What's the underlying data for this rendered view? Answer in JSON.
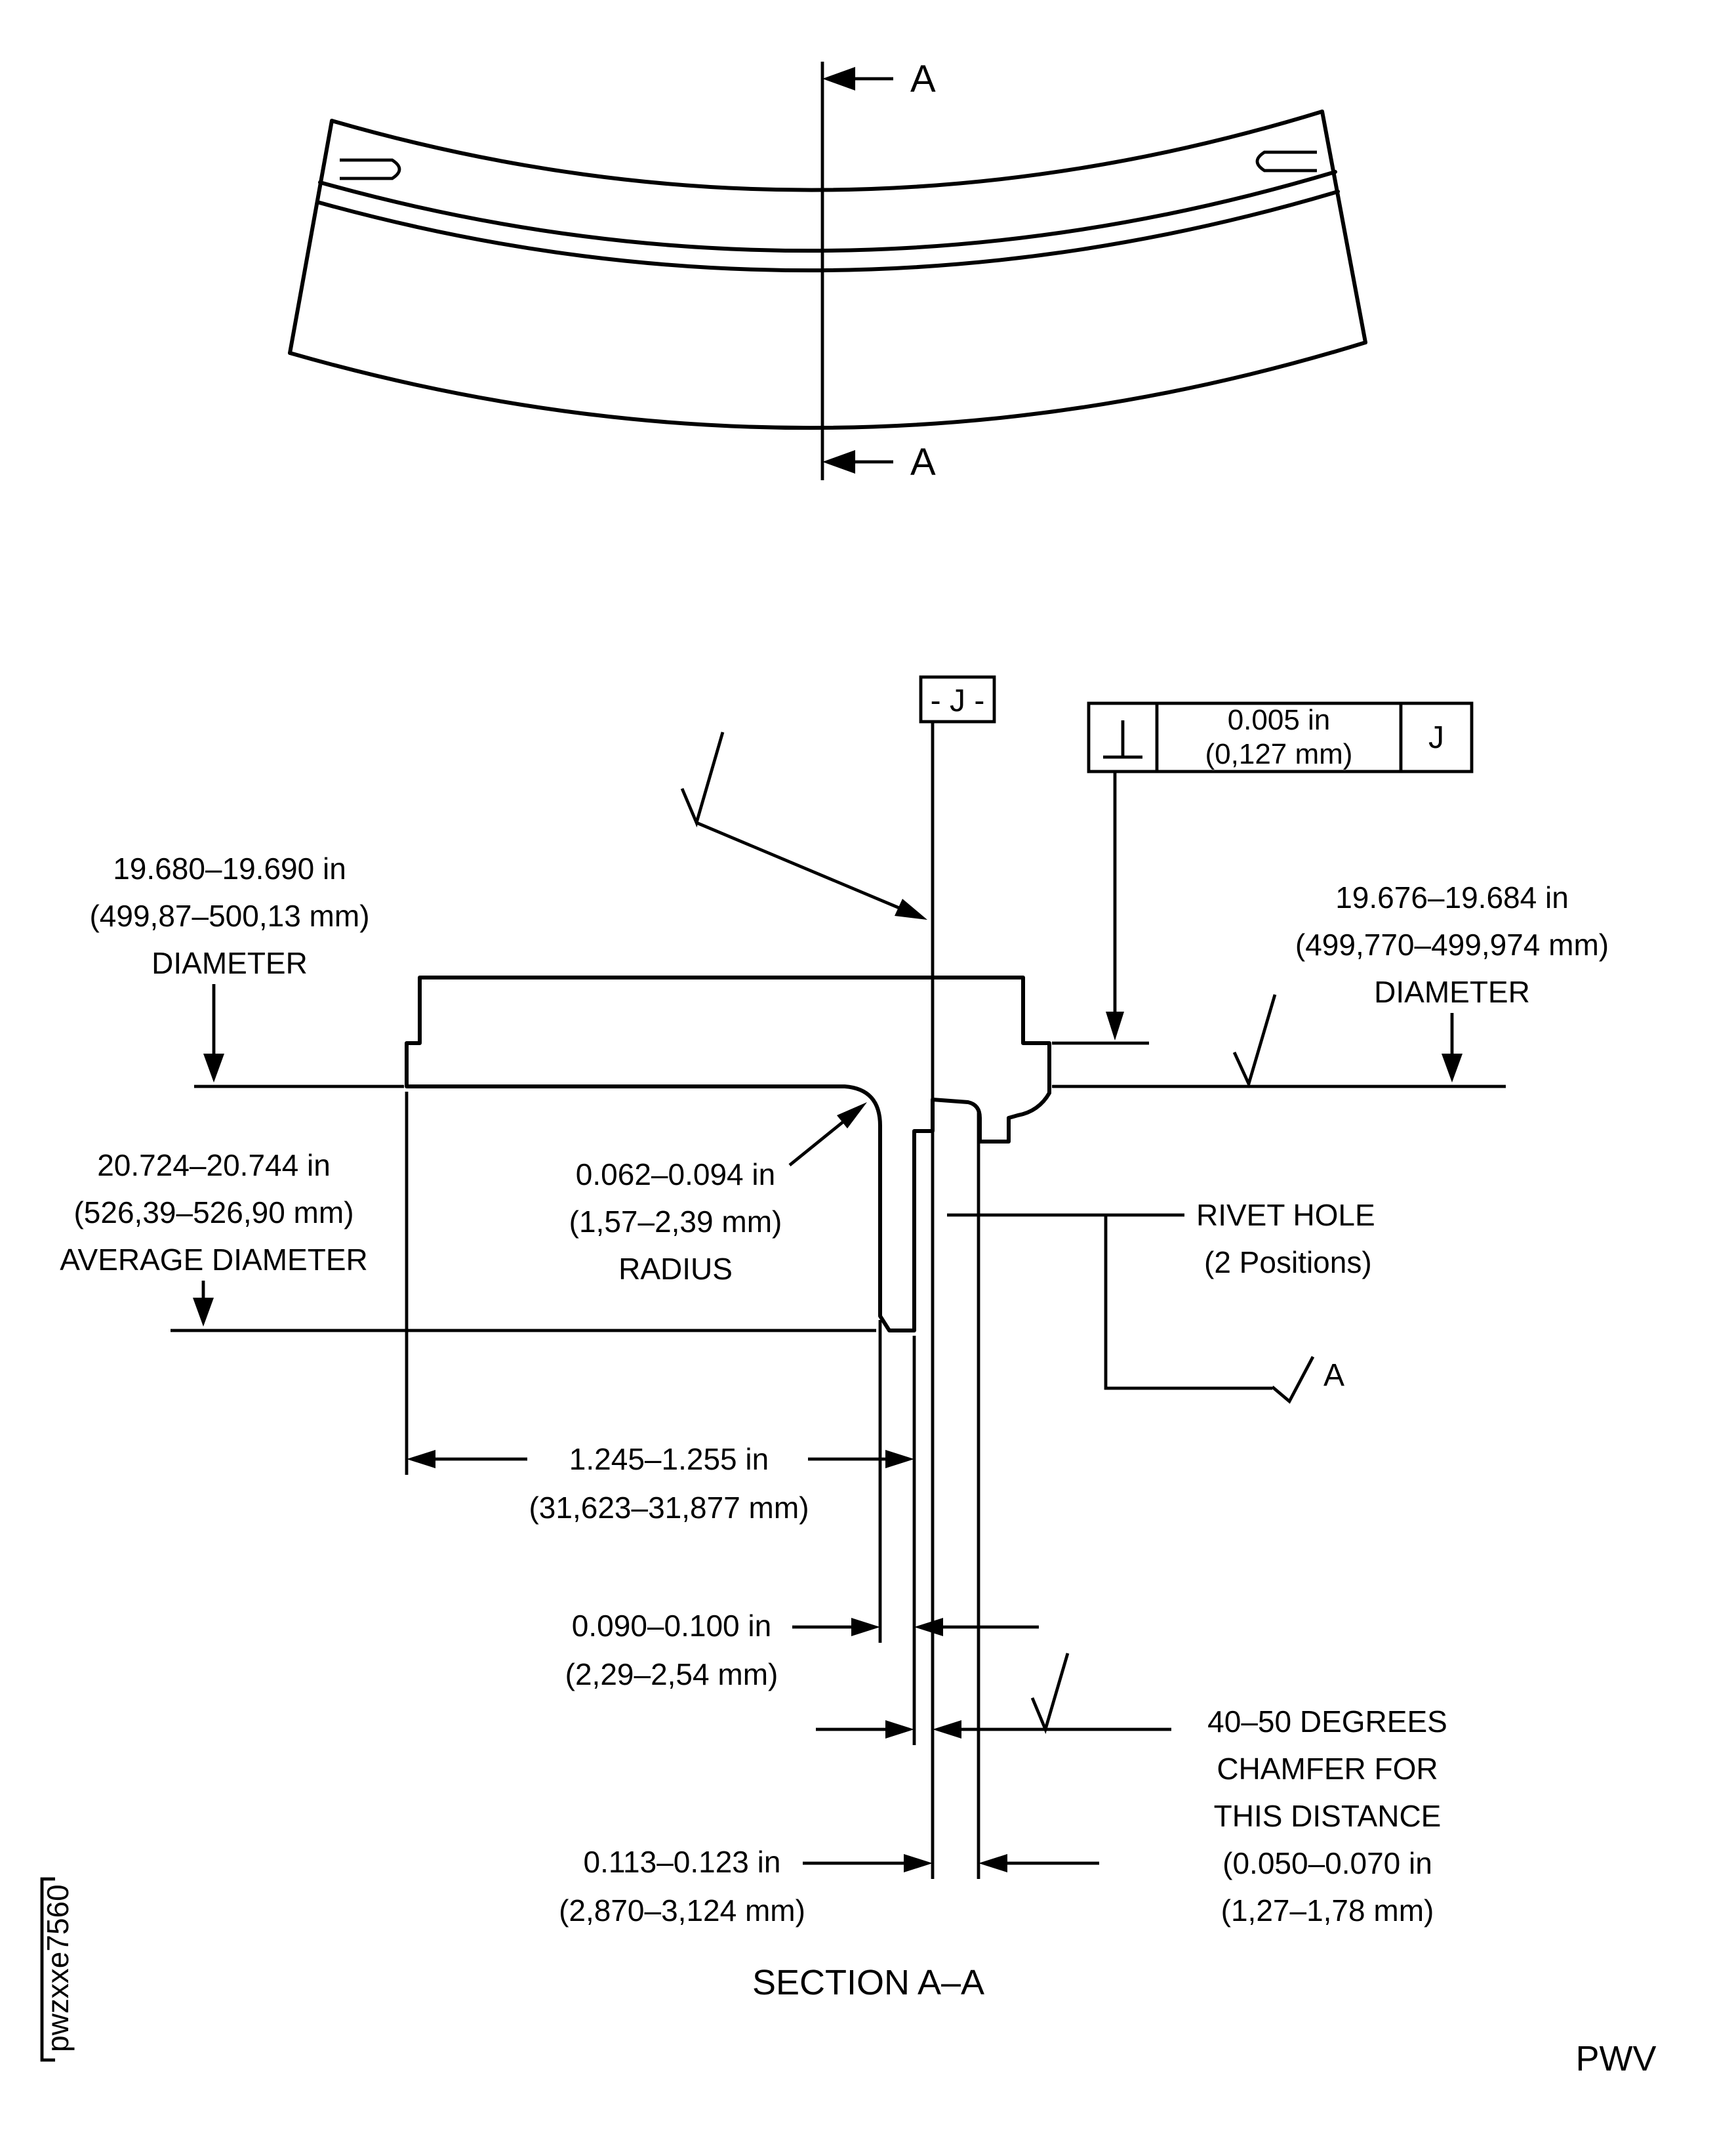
{
  "drawing": {
    "colors": {
      "line": "#000000",
      "background": "#ffffff"
    },
    "codes": {
      "control_number": "pwzxxe7560",
      "page_code": "PWV"
    },
    "section_title": "SECTION A–A",
    "top_view": {
      "cut_label_top": "A",
      "cut_label_bottom": "A"
    },
    "datum_flag": "- J -",
    "feature_control_frame": {
      "symbol_icon": "perpendicularity-icon",
      "tolerance_in": "0.005 in",
      "tolerance_mm": "(0,127 mm)",
      "datum": "J"
    },
    "callouts": {
      "left_diameter": [
        "19.680–19.690 in",
        "(499,87–500,13 mm)",
        "DIAMETER"
      ],
      "right_diameter": [
        "19.676–19.684 in",
        "(499,770–499,974 mm)",
        "DIAMETER"
      ],
      "average_diameter": [
        "20.724–20.744 in",
        "(526,39–526,90 mm)",
        "AVERAGE DIAMETER"
      ],
      "fillet_radius": [
        "0.062–0.094 in",
        "(1,57–2,39 mm)",
        "RADIUS"
      ],
      "rivet_hole": [
        "RIVET HOLE",
        "(2 Positions)"
      ],
      "datum_target": "A",
      "rim_width": [
        "1.245–1.255 in",
        "(31,623–31,877 mm)"
      ],
      "web_thickness": [
        "0.090–0.100 in",
        "(2,29–2,54 mm)"
      ],
      "rivet_hole_diameter": [
        "0.113–0.123 in",
        "(2,870–3,124 mm)"
      ],
      "chamfer_note": [
        "40–50 DEGREES",
        "CHAMFER FOR",
        "THIS DISTANCE",
        "(0.050–0.070 in",
        "(1,27–1,78 mm)"
      ]
    }
  }
}
